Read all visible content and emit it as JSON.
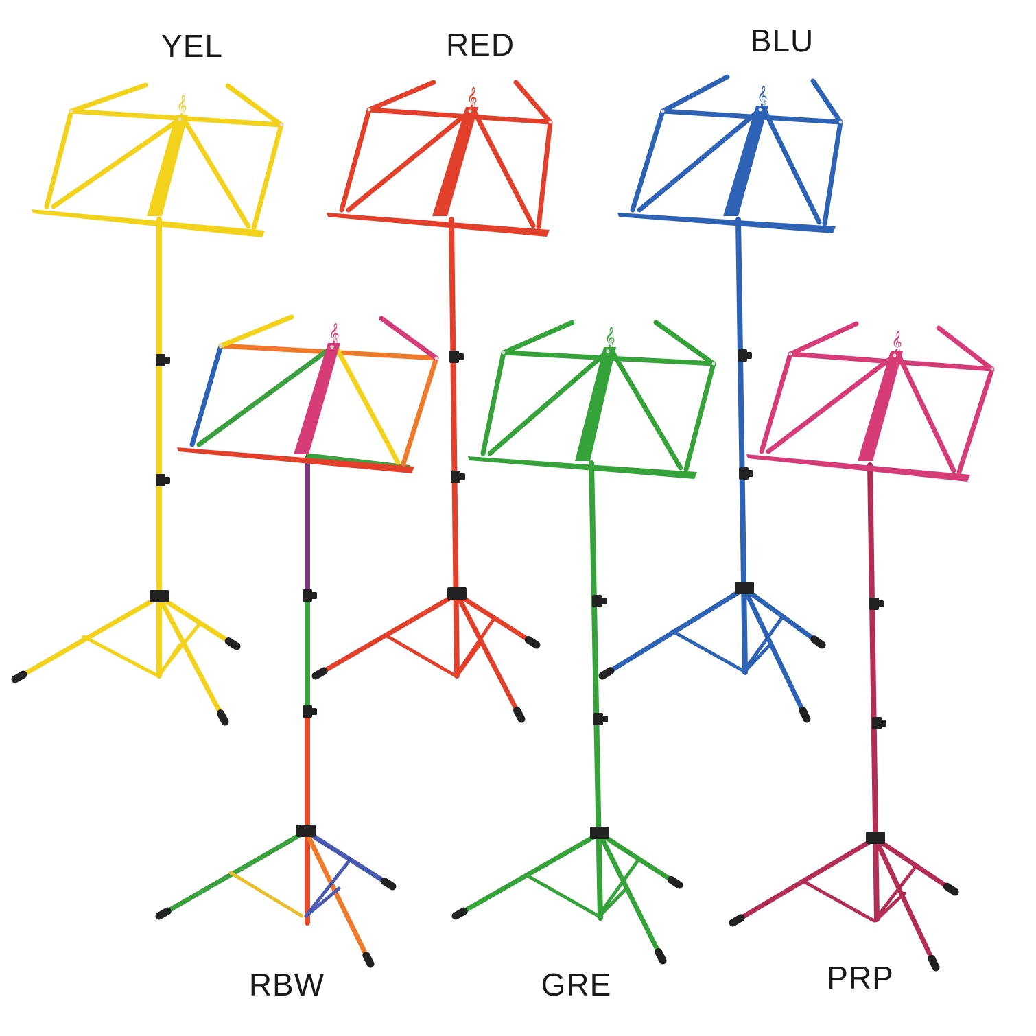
{
  "labels": {
    "yel": "YEL",
    "red": "RED",
    "blu": "BLU",
    "rbw": "RBW",
    "gre": "GRE",
    "prp": "PRP"
  },
  "colors": {
    "yel": "#f2d21a",
    "red": "#e2402a",
    "blu": "#2d62b4",
    "gre": "#35a23a",
    "prp": "#d63c78",
    "prp_legs": "#b22e55",
    "rbw_tube_top": "#7a3a7a",
    "rbw_tube_mid": "#3aa040",
    "rbw_tube_low": "#e24a2a",
    "rbw_leg_a": "#3aa040",
    "rbw_leg_b": "#e8bf2a",
    "rbw_leg_c": "#4a5ab0",
    "rbw_leg_d": "#ee7a2a",
    "knob": "#222222",
    "foot": "#222222"
  }
}
